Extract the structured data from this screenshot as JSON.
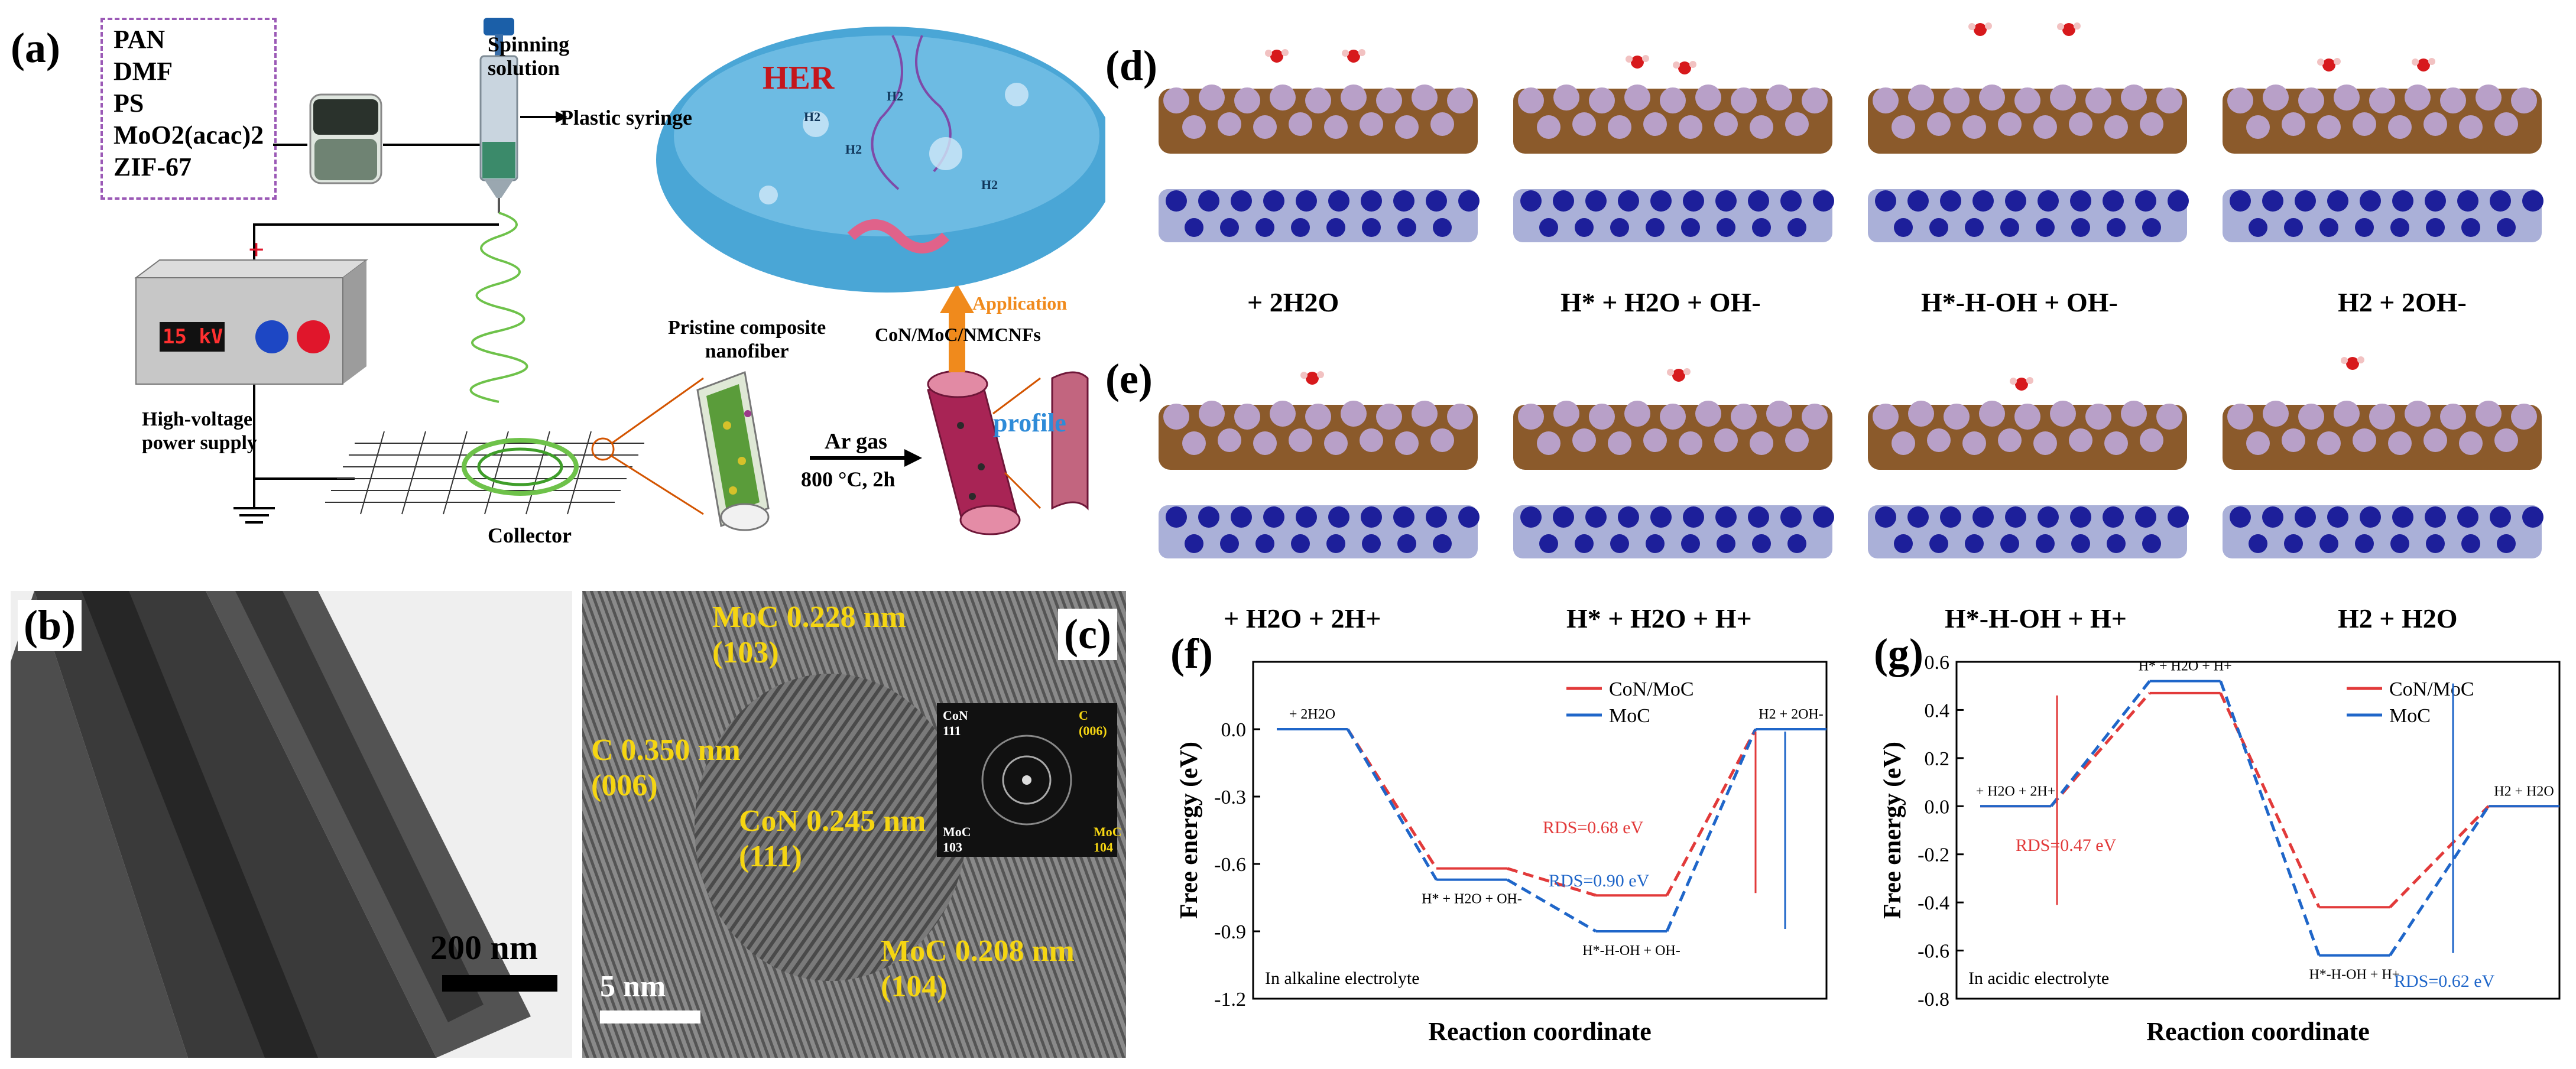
{
  "panel_labels": {
    "a": "(a)",
    "b": "(b)",
    "c": "(c)",
    "d": "(d)",
    "e": "(e)",
    "f": "(f)",
    "g": "(g)"
  },
  "schematic": {
    "precursors": [
      "PAN",
      "DMF",
      "PS",
      "MoO2(acac)2",
      "ZIF-67"
    ],
    "spinning_solution": [
      "Spinning",
      "solution"
    ],
    "plastic_syringe": "Plastic syringe",
    "voltage_display": "15 kV",
    "plus_sign": "+",
    "power_supply": [
      "High-voltage",
      "power supply"
    ],
    "collector": "Collector",
    "pristine": [
      "Pristine composite",
      "nanofiber"
    ],
    "ar_gas": "Ar gas",
    "condition": "800 °C, 2h",
    "product": "CoN/MoC/NMCNFs",
    "application": "Application",
    "profile": "profile",
    "her": "HER",
    "h2": "H2"
  },
  "tem_b": {
    "scale": "200 nm"
  },
  "hrtem_c": {
    "scale": "5 nm",
    "annotations": [
      {
        "text": "MoC 0.228 nm",
        "sub": "(103)"
      },
      {
        "text": "C 0.350 nm",
        "sub": "(006)"
      },
      {
        "text": "CoN 0.245 nm",
        "sub": "(111)"
      },
      {
        "text": "MoC 0.208 nm",
        "sub": "(104)"
      }
    ],
    "fft_labels": [
      "CoN\n111",
      "C\n(006)",
      "MoC\n103",
      "MoC\n104"
    ]
  },
  "steps_d": [
    "+ 2H2O",
    "H* + H2O + OH-",
    "H*-H-OH + OH-",
    "H2 + 2OH-"
  ],
  "steps_e": [
    "+ H2O + 2H+",
    "H* + H2O + H+",
    "H*-H-OH + H+",
    "H2 + H2O"
  ],
  "colors": {
    "conmoc": "#e23a3a",
    "moc": "#1f66c9",
    "her": "#c4161c",
    "app": "#f08a1c",
    "profile": "#2e8bd8",
    "label_yellow": "#f5d512"
  },
  "chart_data": [
    {
      "type": "line",
      "panel": "(f)",
      "xlabel": "Reaction coordinate",
      "ylabel": "Free energy (eV)",
      "ylim": [
        -1.2,
        0.3
      ],
      "yticks": [
        "0.0",
        "-0.3",
        "-0.6",
        "-0.9",
        "-1.2"
      ],
      "note": "In alkaline electrolyte",
      "states": [
        "+ 2H2O",
        "H* + H2O + OH-",
        "H*-H-OH + OH-",
        "H2 + 2OH-"
      ],
      "series": [
        {
          "name": "CoN/MoC",
          "values": [
            0.0,
            -0.62,
            -0.74,
            0.0
          ]
        },
        {
          "name": "MoC",
          "values": [
            0.0,
            -0.67,
            -0.9,
            0.0
          ]
        }
      ],
      "rds": [
        {
          "text": "RDS=0.68 eV",
          "series": "CoN/MoC"
        },
        {
          "text": "RDS=0.90 eV",
          "series": "MoC"
        }
      ]
    },
    {
      "type": "line",
      "panel": "(g)",
      "xlabel": "Reaction coordinate",
      "ylabel": "Free energy (eV)",
      "ylim": [
        -0.8,
        0.6
      ],
      "yticks": [
        "0.6",
        "0.4",
        "0.2",
        "0.0",
        "-0.2",
        "-0.4",
        "-0.6",
        "-0.8"
      ],
      "note": "In acidic electrolyte",
      "states": [
        "+ H2O + 2H+",
        "H* + H2O + H+",
        "H*-H-OH + H+",
        "H2 + H2O"
      ],
      "series": [
        {
          "name": "CoN/MoC",
          "values": [
            0.0,
            0.47,
            -0.42,
            0.0
          ]
        },
        {
          "name": "MoC",
          "values": [
            0.0,
            0.52,
            -0.62,
            0.0
          ]
        }
      ],
      "rds": [
        {
          "text": "RDS=0.47 eV",
          "series": "CoN/MoC"
        },
        {
          "text": "RDS=0.62 eV",
          "series": "MoC"
        }
      ]
    }
  ]
}
